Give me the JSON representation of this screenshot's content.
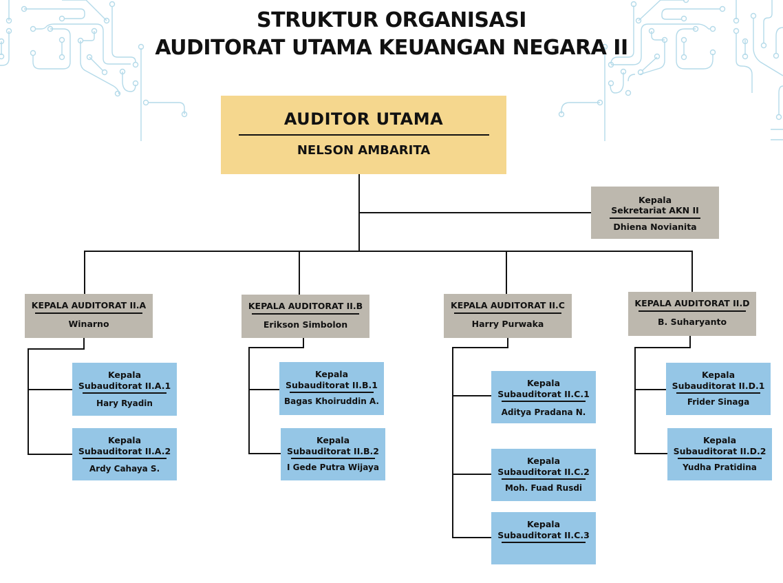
{
  "title": {
    "line1": "STRUKTUR ORGANISASI",
    "line2": "AUDITORAT UTAMA KEUANGAN NEGARA II"
  },
  "colors": {
    "head": "#F5D78E",
    "auditorat": "#BDB8AE",
    "subauditorat": "#95C6E6",
    "circuit_decoration": "#A8D4E6"
  },
  "head": {
    "role": "AUDITOR UTAMA",
    "name": "NELSON AMBARITA"
  },
  "secretariat": {
    "role_line1": "Kepala",
    "role_line2": "Sekretariat AKN II",
    "name": "Dhiena Novianita"
  },
  "auditorats": [
    {
      "role": "KEPALA AUDITORAT II.A",
      "name": "Winarno",
      "subs": [
        {
          "role_line1": "Kepala",
          "role_line2": "Subauditorat II.A.1",
          "name": "Hary Ryadin"
        },
        {
          "role_line1": "Kepala",
          "role_line2": "Subauditorat II.A.2",
          "name": "Ardy Cahaya S."
        }
      ]
    },
    {
      "role": "KEPALA AUDITORAT II.B",
      "name": "Erikson Simbolon",
      "subs": [
        {
          "role_line1": "Kepala",
          "role_line2": "Subauditorat II.B.1",
          "name": "Bagas Khoiruddin A."
        },
        {
          "role_line1": "Kepala",
          "role_line2": "Subauditorat II.B.2",
          "name": "I Gede Putra Wijaya"
        }
      ]
    },
    {
      "role": "KEPALA AUDITORAT II.C",
      "name": "Harry Purwaka",
      "subs": [
        {
          "role_line1": "Kepala",
          "role_line2": "Subauditorat II.C.1",
          "name": "Aditya Pradana N."
        },
        {
          "role_line1": "Kepala",
          "role_line2": "Subauditorat II.C.2",
          "name": "Moh. Fuad Rusdi"
        },
        {
          "role_line1": "Kepala",
          "role_line2": "Subauditorat II.C.3",
          "name": ""
        }
      ]
    },
    {
      "role": "KEPALA AUDITORAT II.D",
      "name": "B. Suharyanto",
      "subs": [
        {
          "role_line1": "Kepala",
          "role_line2": "Subauditorat II.D.1",
          "name": "Frider Sinaga"
        },
        {
          "role_line1": "Kepala",
          "role_line2": "Subauditorat II.D.2",
          "name": "Yudha Pratidina"
        }
      ]
    }
  ]
}
